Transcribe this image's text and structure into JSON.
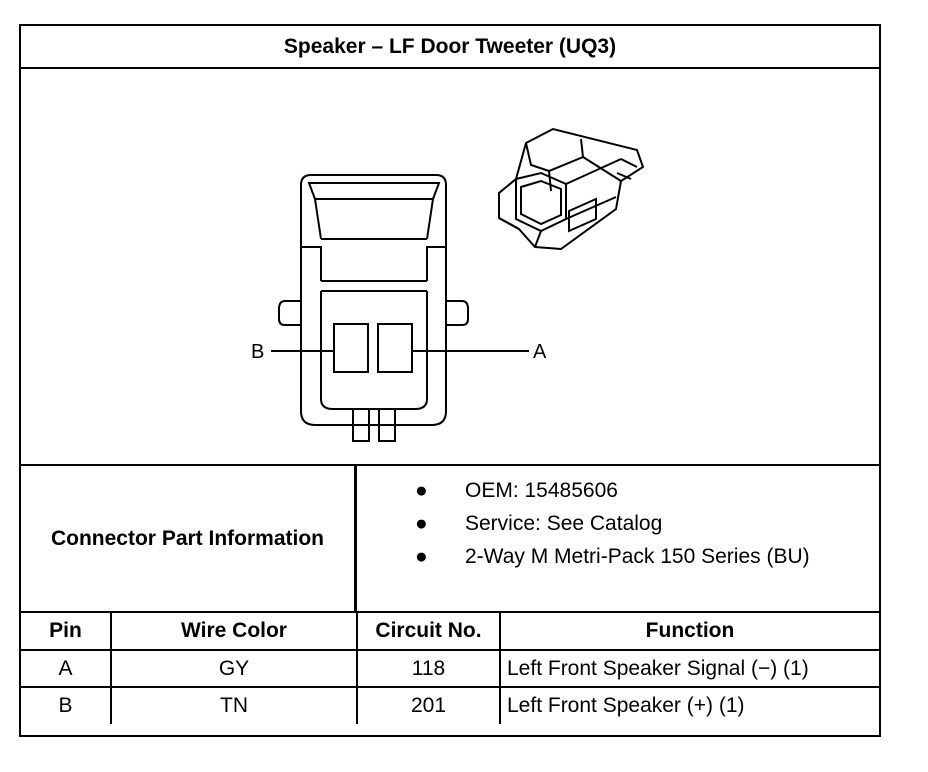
{
  "title": "Speaker – LF Door Tweeter (UQ3)",
  "diagram": {
    "pin_labels": [
      "B",
      "A"
    ]
  },
  "connector_info": {
    "label": "Connector Part Information",
    "items": [
      "OEM: 15485606",
      "Service: See Catalog",
      "2-Way M Metri-Pack 150 Series (BU)"
    ],
    "bullet": "●"
  },
  "pin_table": {
    "headers": [
      "Pin",
      "Wire Color",
      "Circuit No.",
      "Function"
    ],
    "rows": [
      [
        "A",
        "GY",
        "118",
        "Left Front Speaker Signal (−) (1)"
      ],
      [
        "B",
        "TN",
        "201",
        "Left Front Speaker (+) (1)"
      ]
    ]
  }
}
